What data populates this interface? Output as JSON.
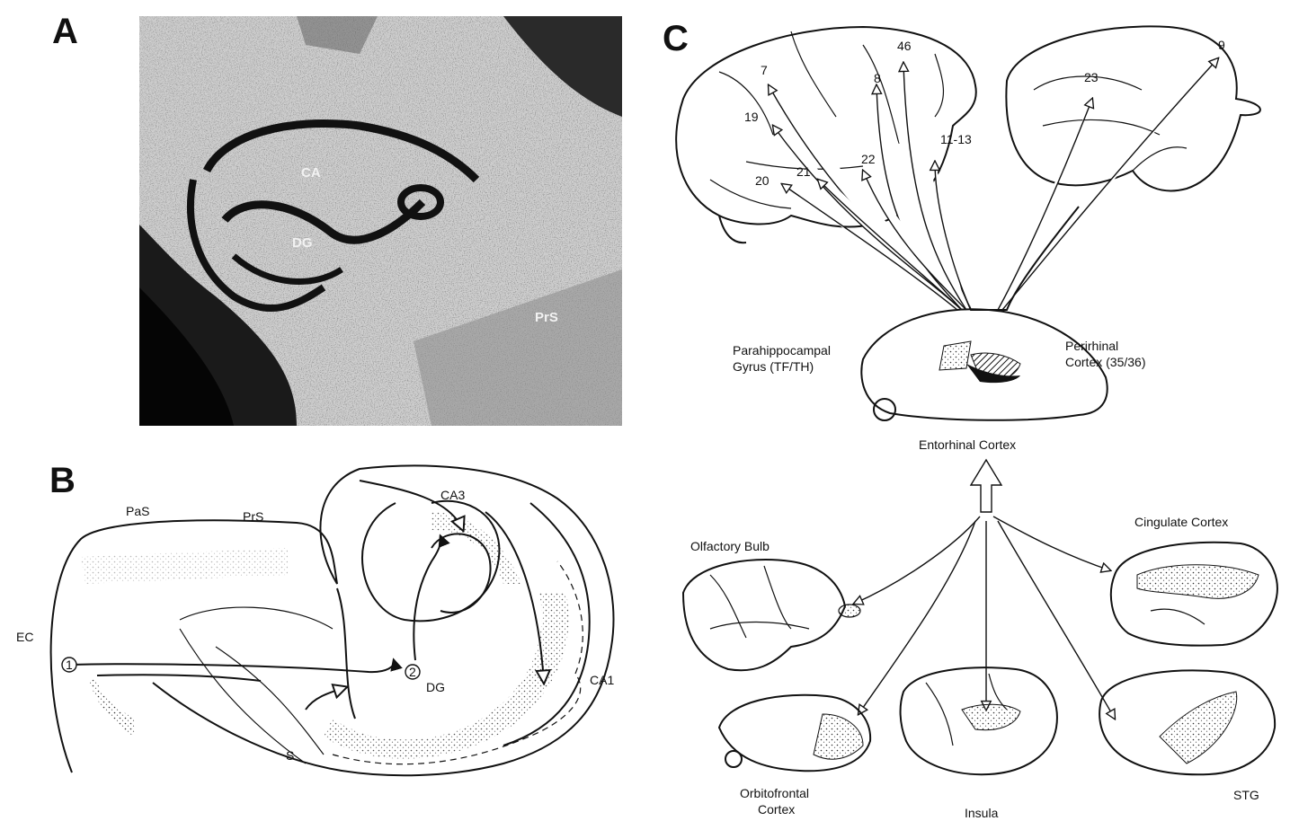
{
  "panels": {
    "a": {
      "label": "A",
      "labels": {
        "ca": "CA",
        "dg": "DG",
        "prs": "PrS"
      }
    },
    "b": {
      "label": "B",
      "labels": {
        "pas": "PaS",
        "prs": "PrS",
        "ca3": "CA3",
        "ec": "EC",
        "dg": "DG",
        "ca1": "CA1",
        "s": "S",
        "step1": "1",
        "step2": "2"
      }
    },
    "c": {
      "label": "C",
      "area_numbers": [
        "7",
        "46",
        "8",
        "19",
        "11-13",
        "22",
        "21",
        "20",
        "23",
        "9"
      ],
      "labels": {
        "parahippocampal_1": "Parahippocampal",
        "parahippocampal_2": "Gyrus (TF/TH)",
        "perirhinal_1": "Perirhinal",
        "perirhinal_2": "Cortex (35/36)",
        "entorhinal": "Entorhinal Cortex",
        "olfactory": "Olfactory Bulb",
        "cingulate": "Cingulate Cortex",
        "orbitofrontal_1": "Orbitofrontal",
        "orbitofrontal_2": "Cortex",
        "insula": "Insula",
        "stg": "STG"
      }
    }
  }
}
